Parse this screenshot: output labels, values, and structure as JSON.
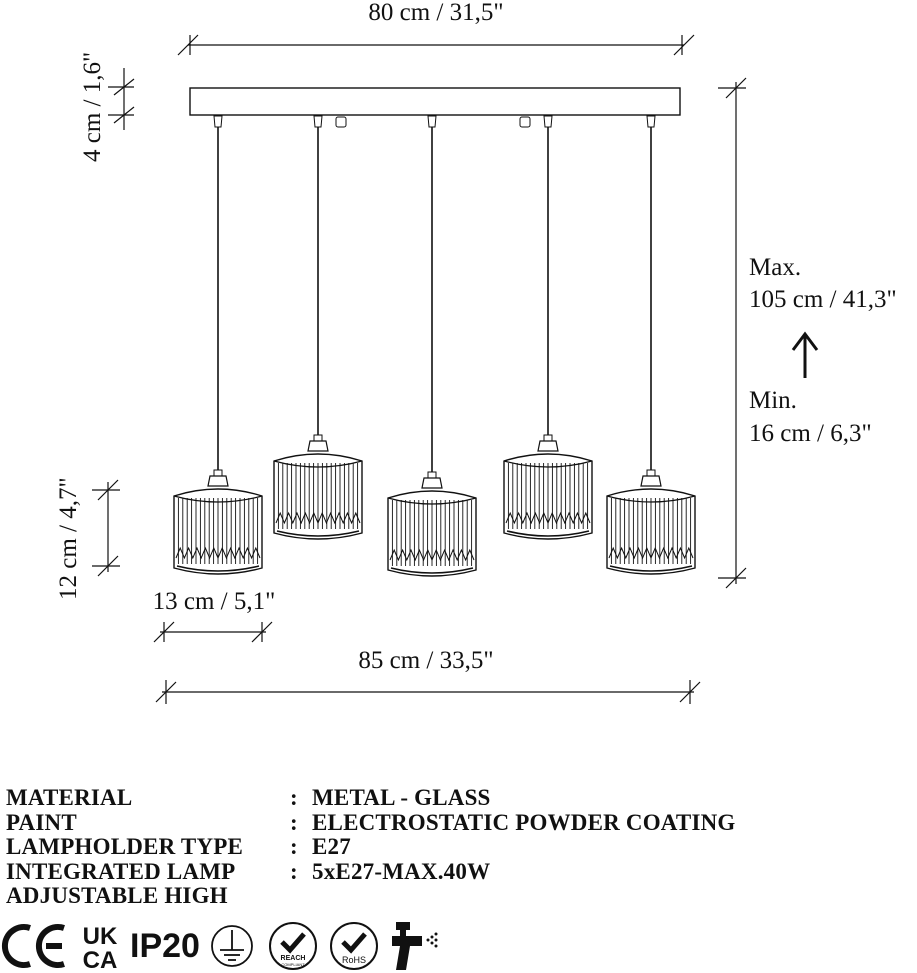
{
  "dimensions": {
    "top_width": "80 cm / 31,5\"",
    "canopy_height": "4 cm / 1,6\"",
    "max_label": "Max.",
    "max_value": "105 cm / 41,3\"",
    "min_label": "Min.",
    "min_value": "16 cm / 6,3\"",
    "shade_height": "12 cm / 4,7\"",
    "shade_width": "13 cm / 5,1\"",
    "total_width": "85 cm / 33,5\""
  },
  "specs": [
    {
      "label": "MATERIAL",
      "value": "METAL - GLASS"
    },
    {
      "label": "PAINT",
      "value": "ELECTROSTATIC POWDER COATING"
    },
    {
      "label": "LAMPHOLDER TYPE",
      "value": "E27"
    },
    {
      "label": "INTEGRATED LAMP",
      "value": "5xE27-MAX.40W"
    },
    {
      "label": "ADJUSTABLE HIGH",
      "value": ""
    }
  ],
  "colon": ":",
  "certifications": {
    "ce": "CE",
    "ukca_top": "UK",
    "ukca_bottom": "CA",
    "ip": "IP20",
    "reach": "REACH",
    "reach_sub": "COMPLIANT",
    "rohs": "RoHS"
  },
  "icons": [
    "ce-mark-icon",
    "ukca-mark-icon",
    "ground-icon",
    "reach-icon",
    "rohs-icon",
    "spray-gun-icon"
  ]
}
